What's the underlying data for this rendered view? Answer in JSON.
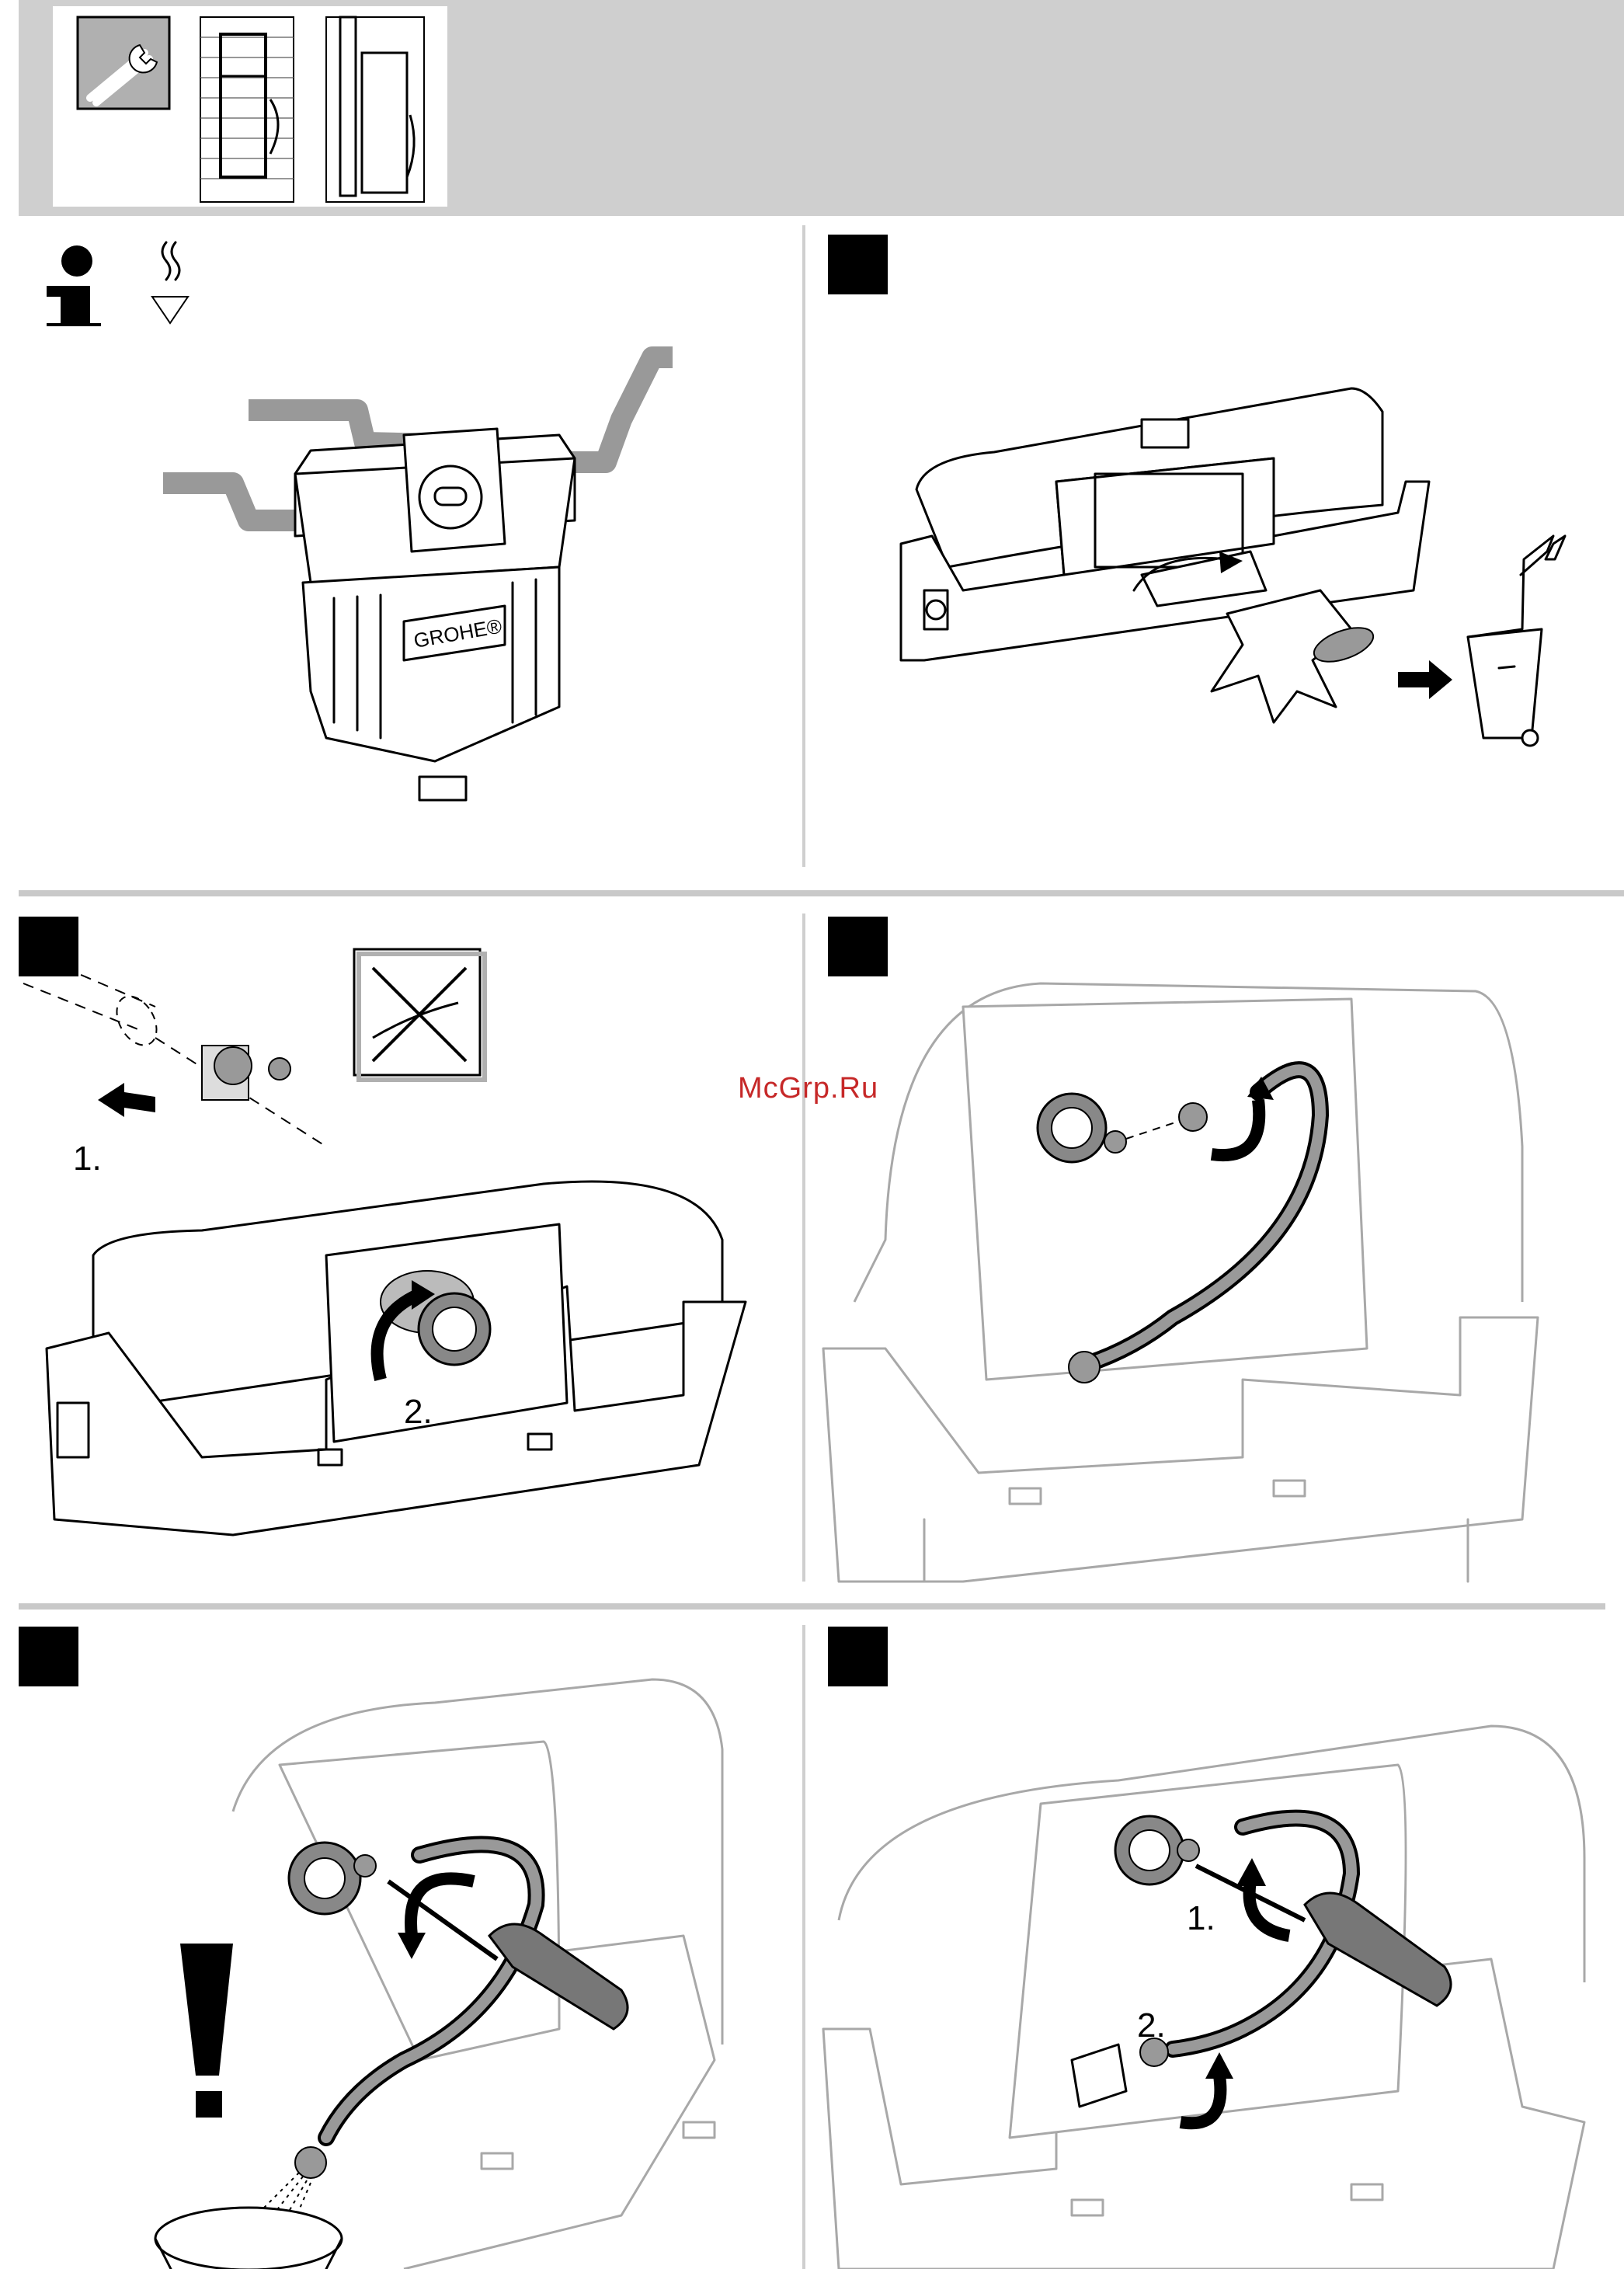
{
  "header": {
    "icons": [
      "wrench-icon",
      "frame-in-wall-icon",
      "frame-in-wall-section-icon"
    ]
  },
  "panels": [
    {
      "id": "info",
      "icons": [
        "info-icon",
        "water-heat-icon"
      ],
      "brand_label": "GROHE®"
    },
    {
      "id": "step-1",
      "icons": [
        "recycle-bin-icon",
        "arrow-right-icon"
      ]
    },
    {
      "id": "step-2",
      "labels": [
        "1.",
        "2."
      ],
      "icons": [
        "no-tools-icon",
        "screwdriver-icon"
      ]
    },
    {
      "id": "step-3",
      "icons": [
        "hose-icon",
        "rotate-arrow-icon"
      ]
    },
    {
      "id": "step-4",
      "icons": [
        "warning-icon",
        "screwdriver-icon",
        "bucket-icon"
      ]
    },
    {
      "id": "step-5",
      "labels": [
        "1.",
        "2."
      ],
      "icons": [
        "screwdriver-icon",
        "rotate-arrow-icon"
      ]
    }
  ],
  "watermark": "McGrp.Ru",
  "colors": {
    "header_band": "#cfcfcf",
    "separator": "#c9c9c9",
    "watermark": "#c62828",
    "ink": "#000000",
    "faded_ink": "#a8a8a8"
  }
}
